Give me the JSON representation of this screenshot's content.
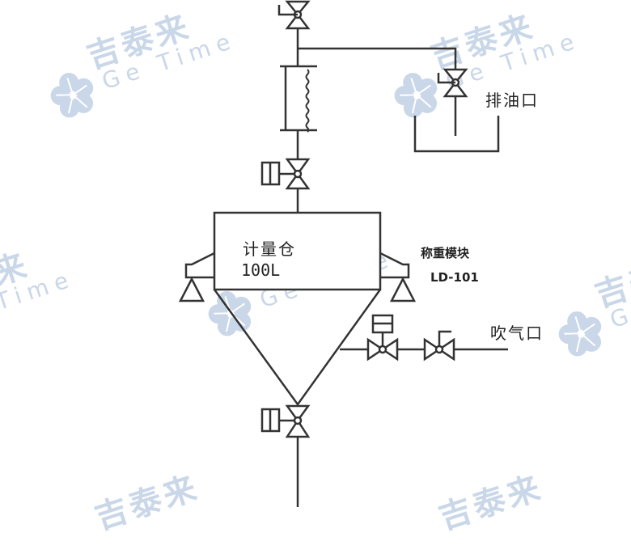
{
  "diagram": {
    "type": "process-flow-diagram",
    "line_color": "#333333",
    "watermark_color": "#c9d7e8",
    "watermark": {
      "cn": "吉泰来",
      "en": "Ge Time"
    },
    "labels": {
      "oil_drain": "排油口",
      "tank_name": "计量仓",
      "tank_volume": "100L",
      "load_cell_name": "称重模块",
      "load_cell_model": "LD-101",
      "blow_port": "吹气口"
    },
    "components": [
      {
        "id": "top-manual-valve",
        "type": "manual valve"
      },
      {
        "id": "drain-manual-valve",
        "type": "manual valve"
      },
      {
        "id": "drain-tray",
        "type": "tray"
      },
      {
        "id": "filter-sight-glass",
        "type": "filter"
      },
      {
        "id": "inlet-pneumatic-valve",
        "type": "actuated valve"
      },
      {
        "id": "metering-tank",
        "type": "tank"
      },
      {
        "id": "load-cell-left",
        "type": "load cell"
      },
      {
        "id": "load-cell-right",
        "type": "load cell"
      },
      {
        "id": "blow-pneumatic-valve",
        "type": "actuated valve"
      },
      {
        "id": "blow-manual-valve",
        "type": "manual valve"
      },
      {
        "id": "outlet-pneumatic-valve",
        "type": "actuated valve"
      }
    ]
  }
}
